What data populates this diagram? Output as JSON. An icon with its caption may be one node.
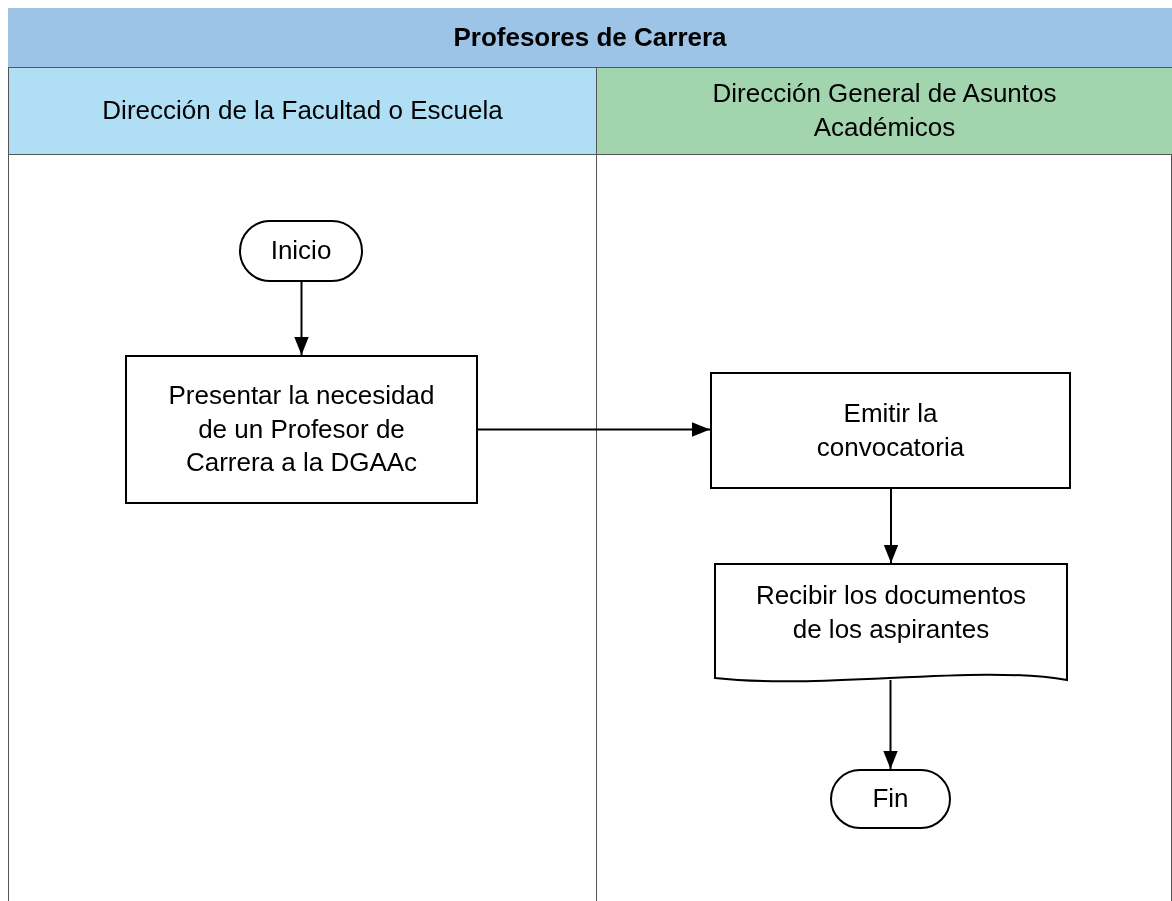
{
  "diagram": {
    "nodes": [
      {
        "text": [
          "Profesores de Carrera"
        ]
      },
      {
        "text": [
          "Dirección de la Facultad o Escuela"
        ],
        "in": 0
      },
      {
        "text": [
          "Dirección General de Asuntos Académicos"
        ],
        "in": 0
      },
      {
        "text": [
          "Inicio"
        ],
        "in": 1
      },
      {
        "text": [
          "Presentar la necesidad de un Profesor de Carrera a la DGAAc"
        ],
        "in": 1
      },
      {
        "text": [
          "Emitir la convocatoria"
        ],
        "in": 2
      },
      {
        "text": [
          "Recibir los documentos de los aspirantes"
        ],
        "in": 2
      },
      {
        "text": [
          "Fin"
        ],
        "in": 2
      }
    ],
    "edges": [
      {
        "from": 3,
        "to": 4,
        "arrow": "to"
      },
      {
        "from": 4,
        "to": 5,
        "arrow": "to"
      },
      {
        "from": 5,
        "to": 6,
        "arrow": "to"
      },
      {
        "from": 6,
        "to": 7,
        "arrow": "to"
      }
    ]
  }
}
